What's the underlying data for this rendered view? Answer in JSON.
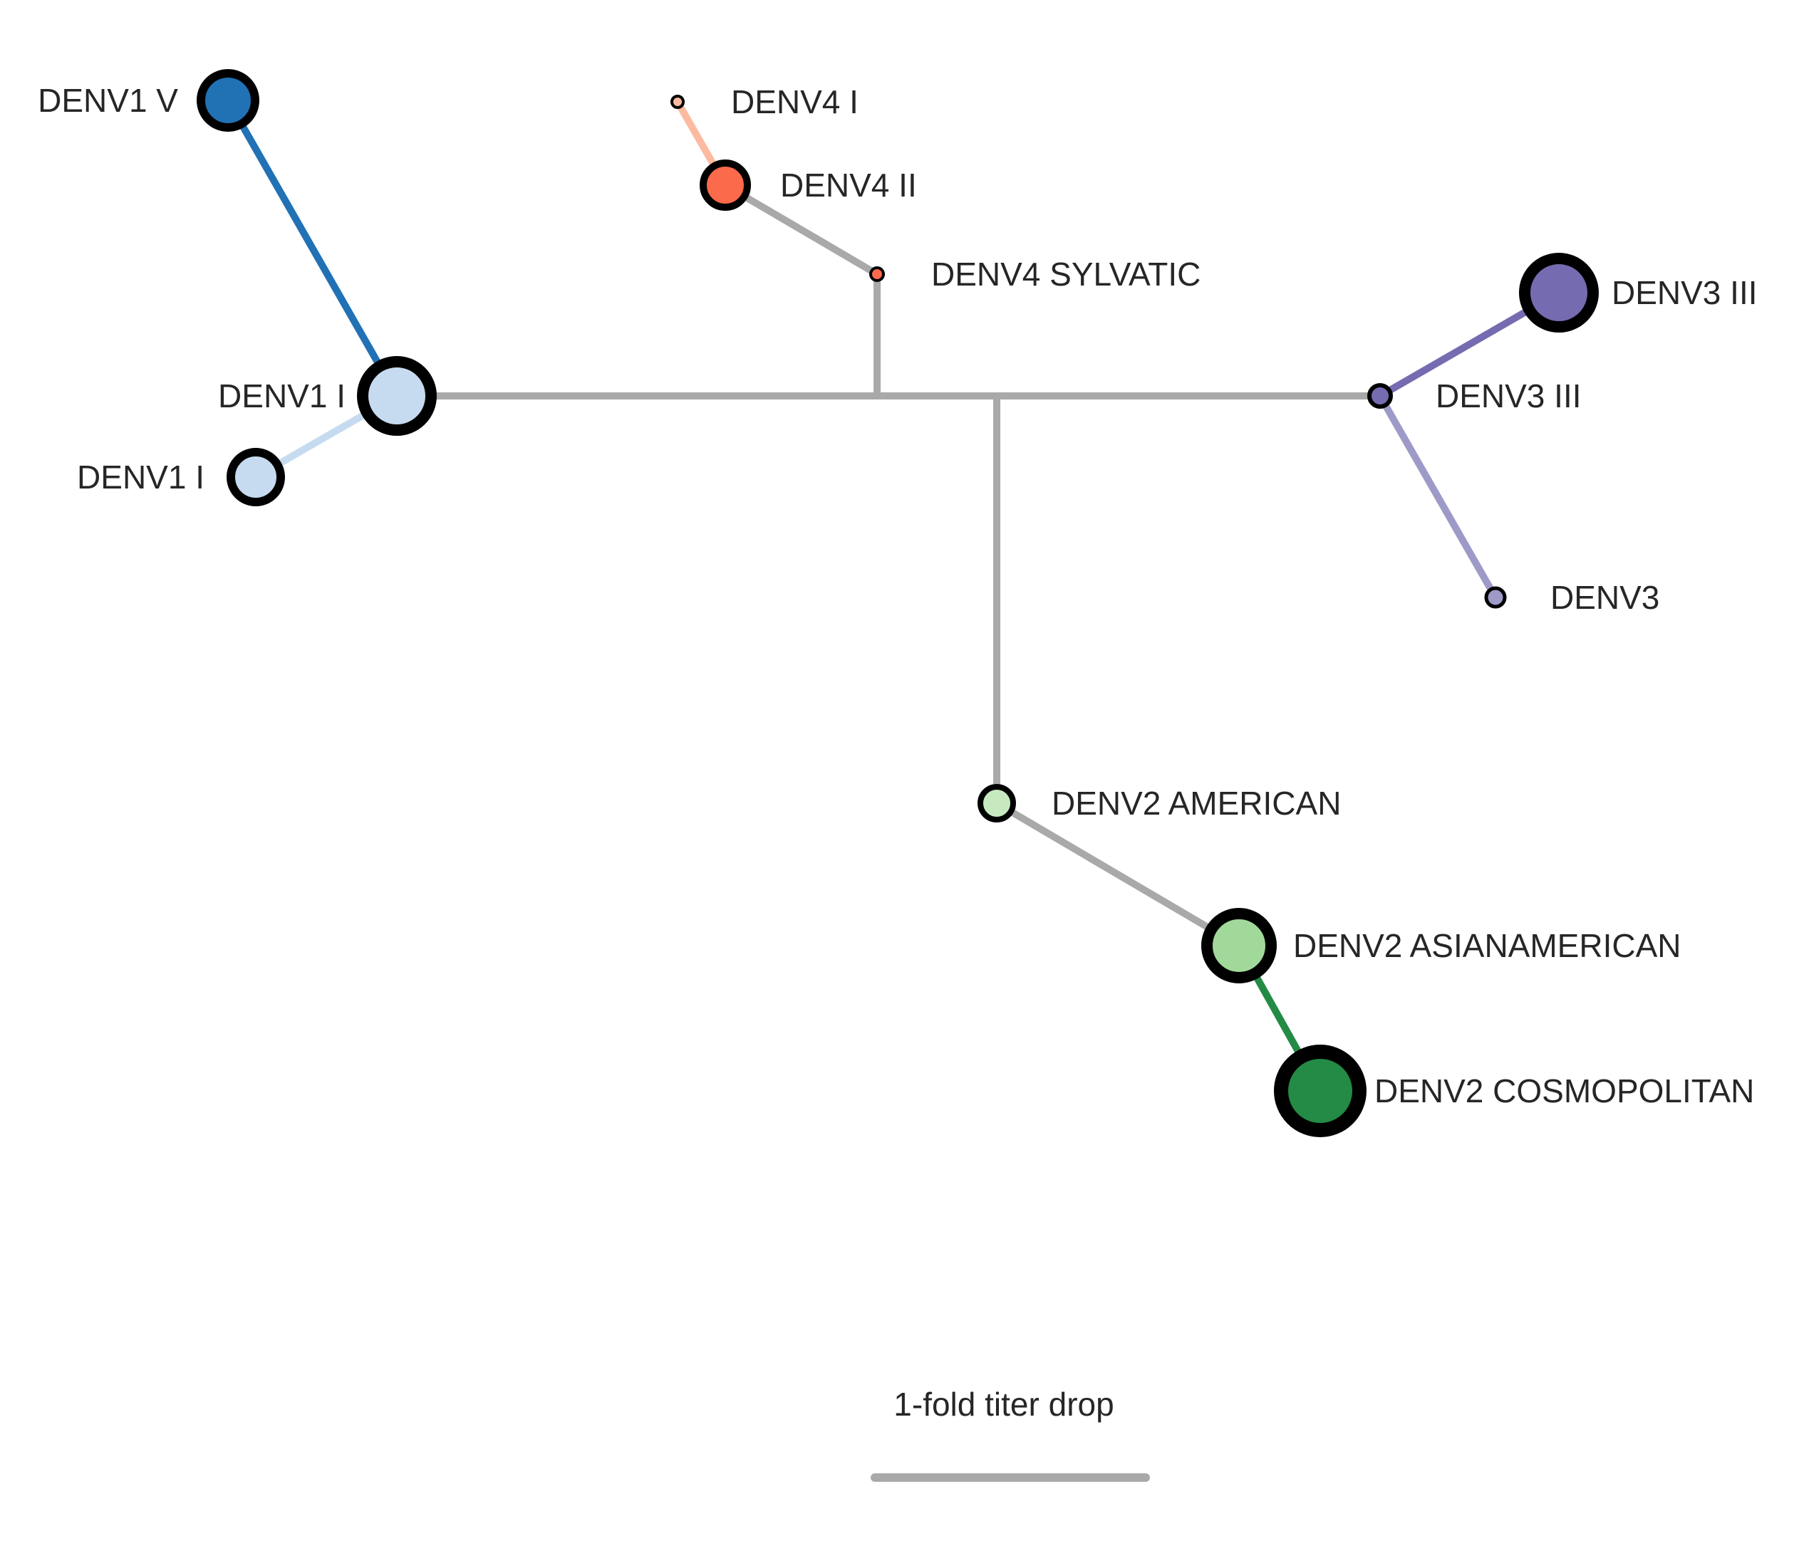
{
  "diagram": {
    "type": "antigenic-tree",
    "scale_bar_label": "1-fold titer drop",
    "colors": {
      "branch_default": "#a9a9a9",
      "node_stroke": "#000000",
      "label_text": "#262626"
    },
    "nodes": [
      {
        "id": "denv1-v",
        "label": "DENV1 V",
        "fill": "#2171b5",
        "size": "medium"
      },
      {
        "id": "denv1-i-hub",
        "label": "DENV1 I",
        "fill": "#c6dbef",
        "size": "large"
      },
      {
        "id": "denv1-i",
        "label": "DENV1 I",
        "fill": "#c6dbef",
        "size": "medium"
      },
      {
        "id": "denv4-i",
        "label": "DENV4 I",
        "fill": "#fcbba1",
        "size": "tiny"
      },
      {
        "id": "denv4-ii",
        "label": "DENV4 II",
        "fill": "#fb6a4a",
        "size": "medium"
      },
      {
        "id": "denv4-sylvatic",
        "label": "DENV4 SYLVATIC",
        "fill": "#fb6a4a",
        "size": "tiny"
      },
      {
        "id": "denv3-iii-big",
        "label": "DENV3 III",
        "fill": "#756bb1",
        "size": "large"
      },
      {
        "id": "denv3-iii",
        "label": "DENV3 III",
        "fill": "#756bb1",
        "size": "small"
      },
      {
        "id": "denv3",
        "label": "DENV3",
        "fill": "#9e9ac8",
        "size": "small"
      },
      {
        "id": "denv2-american",
        "label": "DENV2 AMERICAN",
        "fill": "#c7e9c0",
        "size": "small"
      },
      {
        "id": "denv2-asianamerican",
        "label": "DENV2 ASIANAMERICAN",
        "fill": "#a1d99b",
        "size": "large"
      },
      {
        "id": "denv2-cosmopolitan",
        "label": "DENV2 COSMOPOLITAN",
        "fill": "#238b45",
        "size": "xlarge"
      }
    ],
    "edges": [
      {
        "from": "denv1-v",
        "to": "denv1-i-hub",
        "color": "#2171b5"
      },
      {
        "from": "denv1-i",
        "to": "denv1-i-hub",
        "color": "#c6dbef"
      },
      {
        "from": "denv1-i-hub",
        "to": "j-denv4",
        "color": "#a9a9a9"
      },
      {
        "from": "j-denv4",
        "to": "j-denv2",
        "color": "#a9a9a9"
      },
      {
        "from": "j-denv2",
        "to": "denv3-iii",
        "color": "#a9a9a9"
      },
      {
        "from": "j-denv4",
        "to": "denv4-sylvatic",
        "color": "#a9a9a9"
      },
      {
        "from": "denv4-sylvatic",
        "to": "denv4-ii",
        "color": "#a9a9a9"
      },
      {
        "from": "denv4-ii",
        "to": "denv4-i",
        "color": "#fcbba1"
      },
      {
        "from": "denv3-iii",
        "to": "denv3-iii-big",
        "color": "#756bb1"
      },
      {
        "from": "denv3-iii",
        "to": "denv3",
        "color": "#9e9ac8"
      },
      {
        "from": "j-denv2",
        "to": "denv2-american",
        "color": "#a9a9a9"
      },
      {
        "from": "denv2-american",
        "to": "denv2-asianamerican",
        "color": "#a9a9a9"
      },
      {
        "from": "denv2-asianamerican",
        "to": "denv2-cosmopolitan",
        "color": "#238b45"
      }
    ]
  }
}
